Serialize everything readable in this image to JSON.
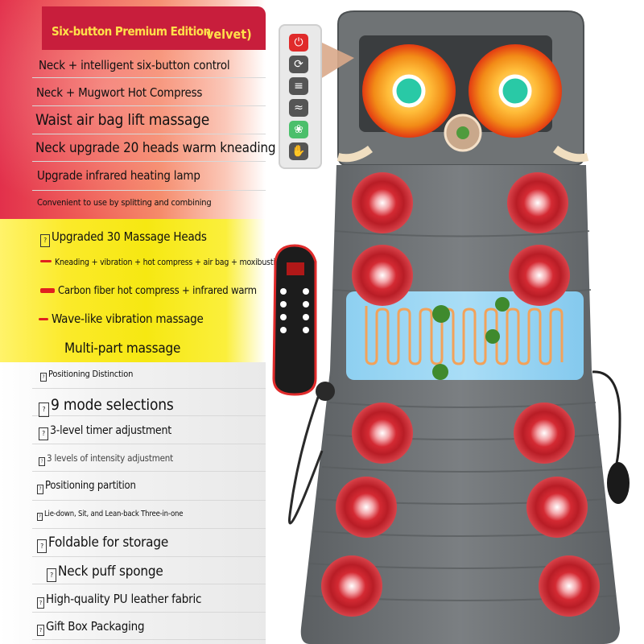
{
  "title": {
    "line1": "Six-button Premium Edition",
    "line2": "velvet)"
  },
  "features_red": [
    "Neck + intelligent six-button control",
    "Neck + Mugwort Hot Compress",
    "Waist air bag lift massage",
    "Neck upgrade 20 heads warm kneading",
    "Upgrade infrared heating lamp",
    "Convenient to use by splitting and combining"
  ],
  "features_yellow": [
    "Upgraded 30 Massage Heads",
    "Kneading + vibration + hot compress + air bag + moxibustion",
    "Carbon fiber hot compress + infrared warm",
    "Wave-like vibration massage",
    "Multi-part massage"
  ],
  "features_grey": [
    "Positioning Distinction",
    "9 mode selections",
    "3-level timer adjustment",
    "3 levels of intensity adjustment",
    "Positioning partition",
    "Lie-down, Sit, and Lean-back Three-in-one",
    "Foldable for storage",
    "Neck puff sponge",
    "High-quality PU leather fabric",
    "Gift Box Packaging"
  ],
  "glyph": {
    "bullet": "?"
  },
  "colors": {
    "red_band": "#e2304b",
    "yellow_band": "#f6e812",
    "title_text": "#ffe04a",
    "mat_grey": "#6e7275",
    "heat_red": "#d0262f",
    "heat_orange": "#f8a424"
  },
  "icons": [
    "power-icon",
    "cycle-icon",
    "level-bars-icon",
    "heat-waves-icon",
    "leaf-mode-icon",
    "hand-massage-icon"
  ]
}
